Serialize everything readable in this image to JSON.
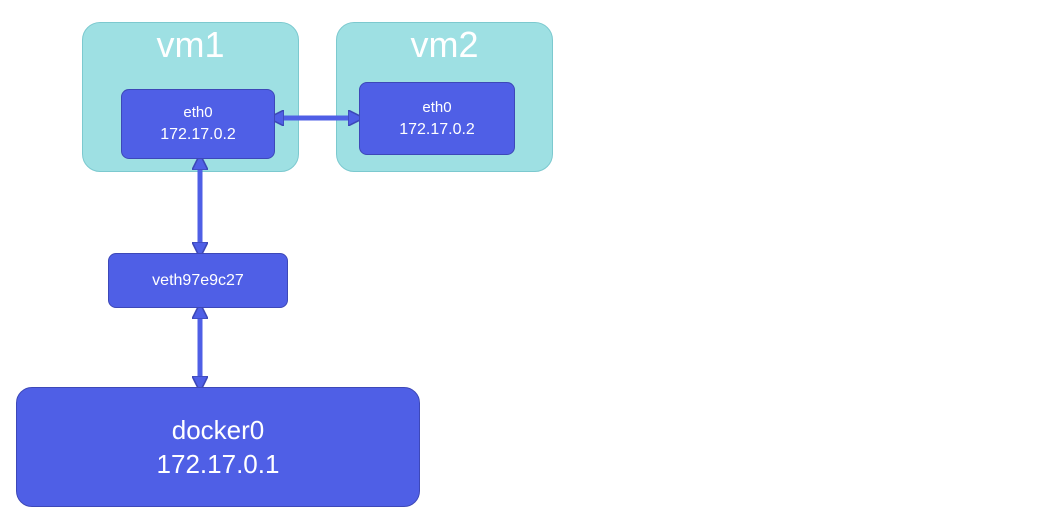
{
  "vm1": {
    "title": "vm1",
    "eth0": {
      "name": "eth0",
      "ip": "172.17.0.2"
    }
  },
  "vm2": {
    "title": "vm2",
    "eth0": {
      "name": "eth0",
      "ip": "172.17.0.2"
    }
  },
  "veth": {
    "name": "veth97e9c27"
  },
  "docker0": {
    "name": "docker0",
    "ip": "172.17.0.1"
  },
  "colors": {
    "vm_fill": "#9ee0e3",
    "node_fill": "#4f5fe6",
    "node_border": "#3d48b8",
    "text": "#ffffff"
  }
}
